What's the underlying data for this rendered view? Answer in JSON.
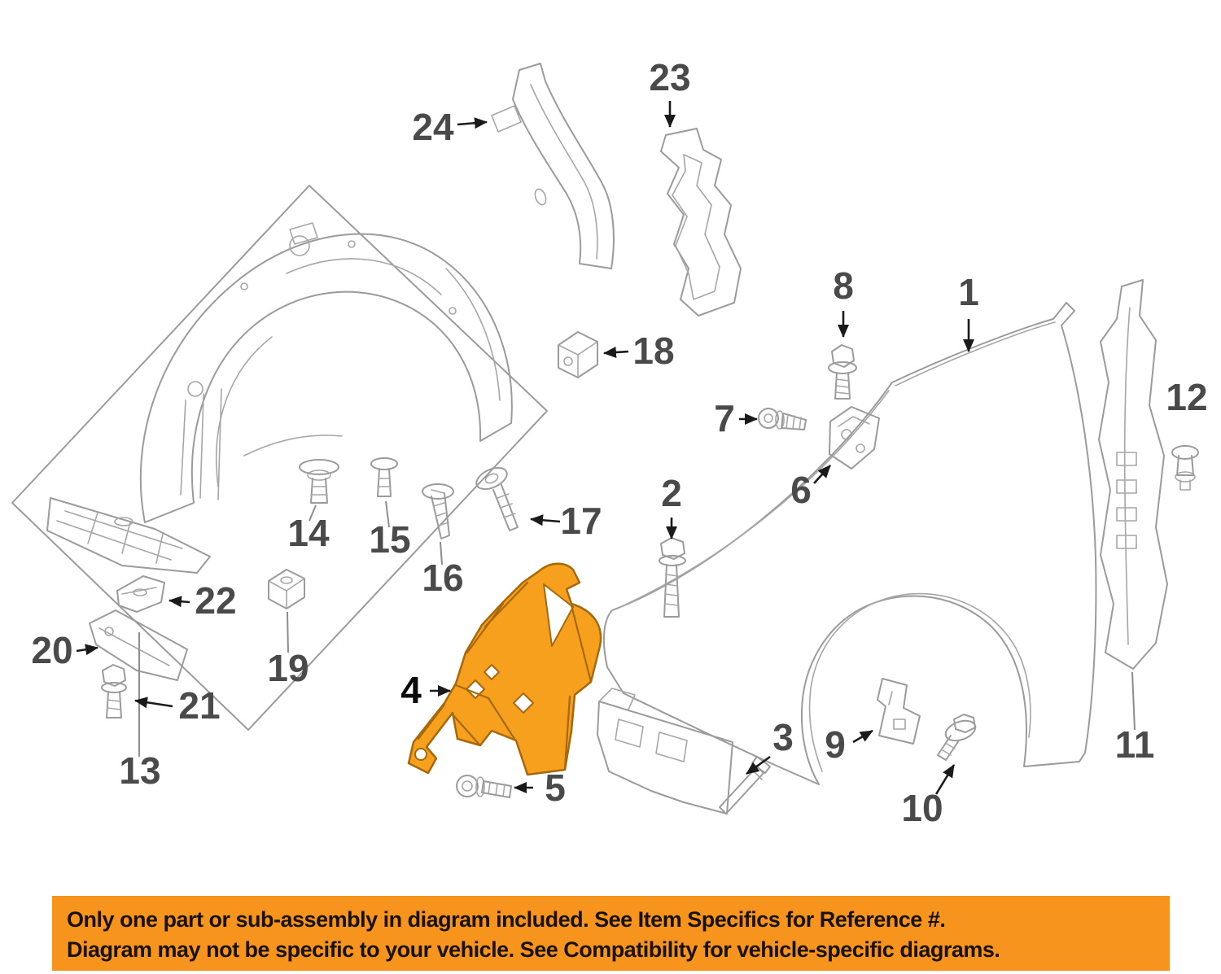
{
  "callouts": [
    {
      "label": "1"
    },
    {
      "label": "2"
    },
    {
      "label": "3"
    },
    {
      "label": "4"
    },
    {
      "label": "5"
    },
    {
      "label": "6"
    },
    {
      "label": "7"
    },
    {
      "label": "8"
    },
    {
      "label": "9"
    },
    {
      "label": "10"
    },
    {
      "label": "11"
    },
    {
      "label": "12"
    },
    {
      "label": "13"
    },
    {
      "label": "14"
    },
    {
      "label": "15"
    },
    {
      "label": "16"
    },
    {
      "label": "17"
    },
    {
      "label": "18"
    },
    {
      "label": "19"
    },
    {
      "label": "20"
    },
    {
      "label": "21"
    },
    {
      "label": "22"
    },
    {
      "label": "23"
    },
    {
      "label": "24"
    }
  ],
  "banner": {
    "line1": "Only one part or sub-assembly in diagram included. See Item Specifics for Reference #.",
    "line2": "Diagram may not be specific to your vehicle. See Compatibility for vehicle-specific diagrams."
  },
  "colors": {
    "banner_bg": "#F7941D",
    "banner_text": "#181208",
    "highlight_fill": "#F7A01E",
    "highlight_stroke": "#A5690C",
    "diagram_line": "#9B9B9B",
    "callout_text": "#4A4A4A",
    "arrow": "#1A1A1A"
  }
}
